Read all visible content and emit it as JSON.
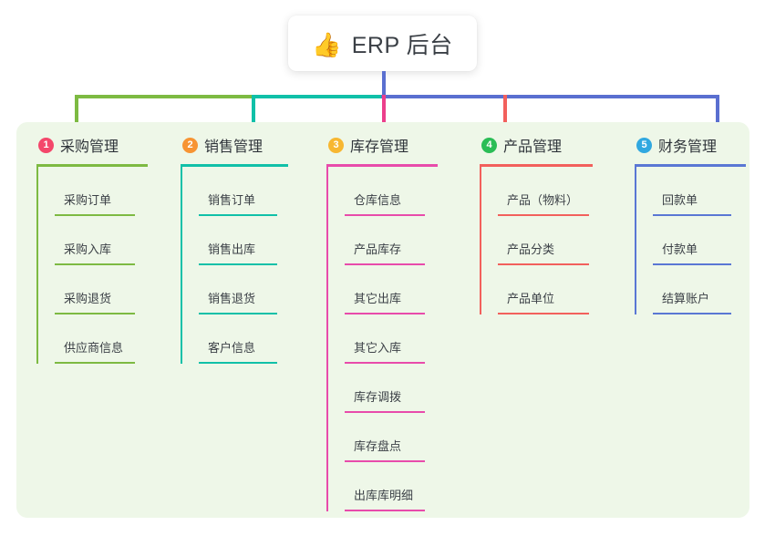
{
  "root": {
    "emoji": "👍",
    "emoji_name": "thumbs-up-icon",
    "title": "ERP 后台"
  },
  "colors": {
    "panel_background": "#eef7e8",
    "card_background": "#ffffff",
    "text": "#3c4147",
    "trunk": "#5a6fd0",
    "bus_left": "#7dba42",
    "bus_mid": "#10c0a8",
    "bus_right": "#5a6fd0"
  },
  "columns": [
    {
      "number": "1",
      "title": "采购管理",
      "badge_color": "#f4476b",
      "rule_color": "#7dba42",
      "rule_width": 122,
      "leaf_rule_width": 88,
      "drop_color": "#7dba42",
      "items": [
        "采购订单",
        "采购入库",
        "采购退货",
        "供应商信息"
      ]
    },
    {
      "number": "2",
      "title": "销售管理",
      "badge_color": "#f79433",
      "rule_color": "#10c0a8",
      "rule_width": 118,
      "leaf_rule_width": 86,
      "drop_color": "#10c0a8",
      "items": [
        "销售订单",
        "销售出库",
        "销售退货",
        "客户信息"
      ]
    },
    {
      "number": "3",
      "title": "库存管理",
      "badge_color": "#f7b731",
      "rule_color": "#e84bab",
      "rule_width": 122,
      "leaf_rule_width": 88,
      "drop_color": "#ec3f8b",
      "items": [
        "仓库信息",
        "产品库存",
        "其它出库",
        "其它入库",
        "库存调拨",
        "库存盘点",
        "出库库明细"
      ]
    },
    {
      "number": "4",
      "title": "产品管理",
      "badge_color": "#2bbd56",
      "rule_color": "#f2605c",
      "rule_width": 124,
      "leaf_rule_width": 100,
      "drop_color": "#f2605c",
      "items": [
        "产品（物料）",
        "产品分类",
        "产品单位"
      ]
    },
    {
      "number": "5",
      "title": "财务管理",
      "badge_color": "#31a8e0",
      "rule_color": "#5a77d4",
      "rule_width": 122,
      "leaf_rule_width": 86,
      "drop_color": "#5a6fd0",
      "items": [
        "回款单",
        "付款单",
        "结算账户"
      ]
    }
  ]
}
